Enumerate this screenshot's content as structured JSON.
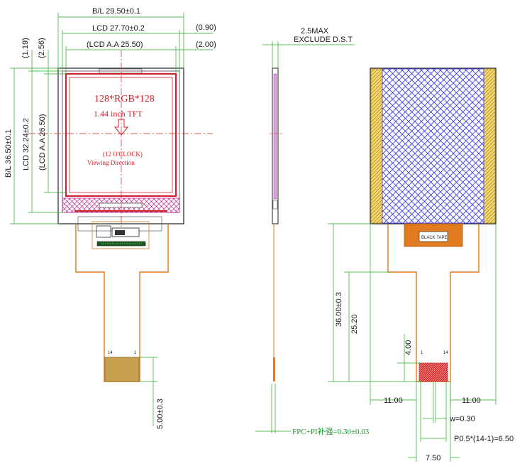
{
  "colors": {
    "dimension_line": "#22aa22",
    "outline": "#222222",
    "active_area": "#d0202a",
    "fpc": "#e07b20",
    "backlight_hatch": "#3a3aee",
    "backlight_edge": "#d8b02a",
    "pad": "#c8a050"
  },
  "front_view": {
    "bl_width": "B/L 29.50±0.1",
    "lcd_width": "LCD 27.70±0.2",
    "active_width": "(LCD A.A 25.50)",
    "top_offset_1": "(1.19)",
    "top_offset_2": "(2.56)",
    "right_offset_1": "(0.90)",
    "right_offset_2": "(2.00)",
    "bl_height": "B/L 36.50±0.1",
    "lcd_height": "LCD 32.24±0.2",
    "active_height": "(LCD A.A 26.50)",
    "resolution": "128*RGB*128",
    "size_label": "1.44 inch  TFT",
    "clock_label": "(12 O'CLOCK)",
    "viewing_label": "Viewing Direction",
    "pin_14": "14",
    "pin_1": "1",
    "tail_length": "5.00±0.3"
  },
  "side_view": {
    "thickness": "2.5MAX",
    "thickness_note": "EXCLUDE D.S.T",
    "fpc_thickness": "FPC+PI补强=0.30±0.03"
  },
  "back_view": {
    "tape_label": "BLACK TAPE",
    "fpc_length": "36.00±0.3",
    "fpc_inner": "25.20",
    "pad_length": "4.00",
    "pin_1": "1",
    "pin_14": "14",
    "left_margin": "11.00",
    "right_margin": "11.00",
    "pad_width": "w=0.30",
    "pitch": "P0.5*(14-1)=6.50",
    "tail_width": "7.50"
  }
}
